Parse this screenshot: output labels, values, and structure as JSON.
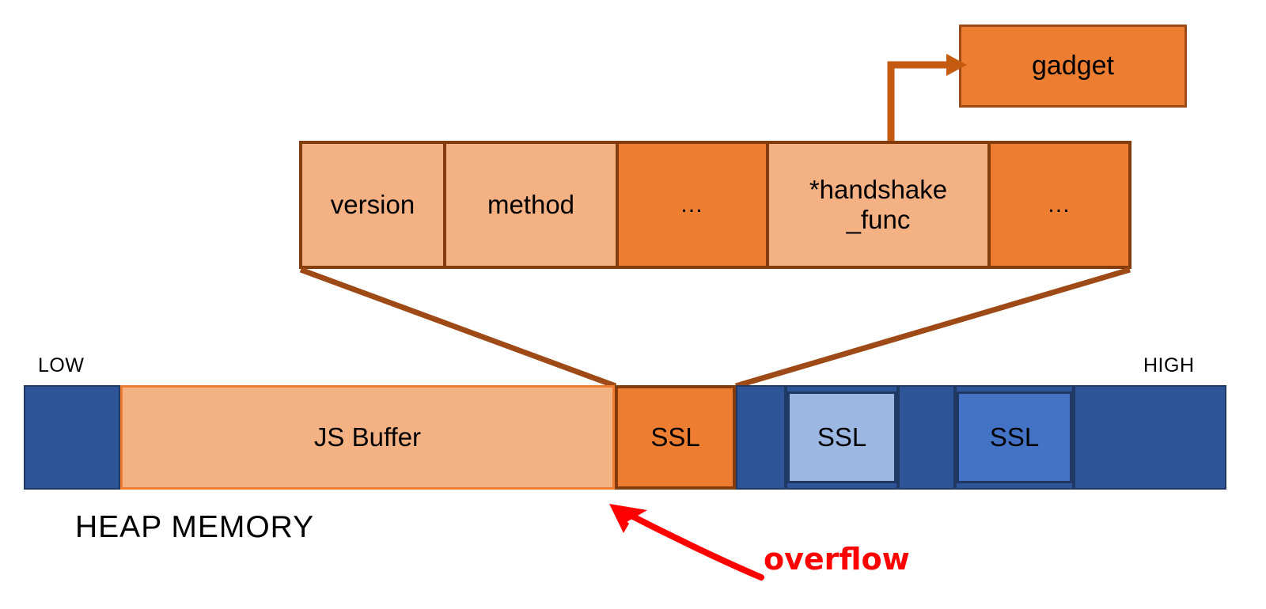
{
  "diagram": {
    "title": "Heap overflow corrupting an SSL struct function pointer",
    "colors": {
      "orange": "#ED7D31",
      "light_peach": "#F4B183",
      "dark_brown_border": "#843C0C",
      "dark_blue": "#2E5597",
      "navy_border": "#1F3864",
      "light_blue": "#9DB7E3",
      "mid_blue": "#4472C4",
      "annotation_red": "#FF0000"
    }
  },
  "gadget": {
    "label": "gadget"
  },
  "ssl_struct": {
    "cells": [
      {
        "label": "version",
        "fill": "light"
      },
      {
        "label": "method",
        "fill": "light"
      },
      {
        "label": "…",
        "fill": "dark"
      },
      {
        "label": "*handshake\n_func",
        "fill": "light"
      },
      {
        "label": "…",
        "fill": "dark"
      }
    ],
    "pointer_cell_index": 3,
    "pointer_target": "gadget"
  },
  "heap": {
    "caption": "HEAP MEMORY",
    "low_label": "LOW",
    "high_label": "HIGH",
    "segments": [
      {
        "label": "",
        "kind": "free"
      },
      {
        "label": "JS Buffer",
        "kind": "js-buffer"
      },
      {
        "label": "SSL",
        "kind": "ssl-orange"
      },
      {
        "label": "",
        "kind": "free"
      },
      {
        "label": "SSL",
        "kind": "ssl-light"
      },
      {
        "label": "",
        "kind": "free"
      },
      {
        "label": "SSL",
        "kind": "ssl-mid"
      },
      {
        "label": "",
        "kind": "free"
      }
    ]
  },
  "annotation": {
    "overflow_label": "overflow"
  }
}
